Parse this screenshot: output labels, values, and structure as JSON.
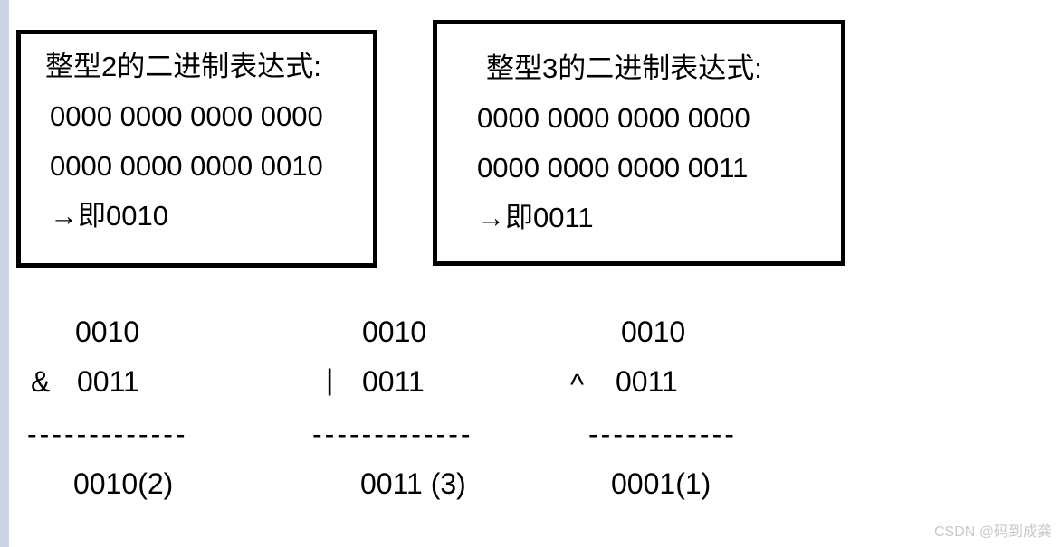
{
  "colors": {
    "left_strip": "#cbd4e4",
    "box_border": "#000000",
    "text": "#000000",
    "watermark": "#c9c9c9",
    "background": "#ffffff"
  },
  "box_int2": {
    "title": "整型2的二进制表达式:",
    "binary_high": "0000 0000 0000 0000",
    "binary_low": "0000 0000 0000 0010",
    "conclusion": "→即0010"
  },
  "box_int3": {
    "title": "整型3的二进制表达式:",
    "binary_high": "0000 0000 0000 0000",
    "binary_low": "0000 0000 0000 0011",
    "conclusion": "→即0011"
  },
  "operations": [
    {
      "name": "bitwise-and",
      "operand1": "0010",
      "operator": "&",
      "operand2": "0011",
      "separator": "-------------",
      "result": "0010(2)"
    },
    {
      "name": "bitwise-or",
      "operand1": "0010",
      "operator": "|",
      "operand2": "0011",
      "separator": "-------------",
      "result": "0011 (3)"
    },
    {
      "name": "bitwise-xor",
      "operand1": "0010",
      "operator": "^",
      "operand2": "0011",
      "separator": "------------",
      "result": "0001(1)"
    }
  ],
  "watermark": "CSDN @码到成龚"
}
